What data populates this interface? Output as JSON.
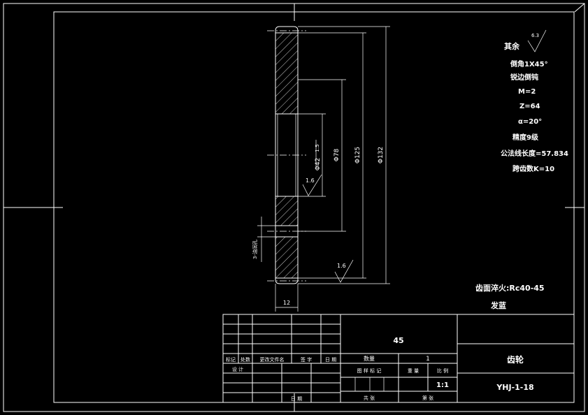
{
  "notes": {
    "rest_label": "其余",
    "rest_roughness": "6.3",
    "chamfer": "倒角1X45°",
    "sharp_edge": "锐边倒钝",
    "module": "M=2",
    "teeth": "Z=64",
    "pressure_angle": "α=20°",
    "accuracy": "精度9级",
    "span_length": "公法线长度=57.834",
    "span_teeth": "跨齿数K=10",
    "heat_treatment": "齿面淬火:Rc40-45",
    "blackening": "发蓝"
  },
  "dimensions": {
    "bore": "Φ42",
    "hub": "Φ78",
    "root": "Φ125",
    "outer": "Φ132",
    "keyway": "1.5",
    "width": "12",
    "lube": "3-油润孔",
    "roughness_bore": "1.6",
    "roughness_face": "1.6"
  },
  "title_block": {
    "material": "45",
    "part_name": "齿轮",
    "drawing_no": "YHJ-1-18",
    "scale": "1:1",
    "quantity_label": "数量",
    "quantity": "1",
    "h_mark": "标记",
    "h_count": "处数",
    "h_change": "更改文件名",
    "h_sign": "签 字",
    "h_date": "日 期",
    "h_design": "设 计",
    "h_date2": "日 期",
    "h_stage": "图 样 标 记",
    "h_weight": "重 量",
    "h_ratio": "比 例",
    "h_sheets": "共   张",
    "h_sheet": "第   张"
  }
}
